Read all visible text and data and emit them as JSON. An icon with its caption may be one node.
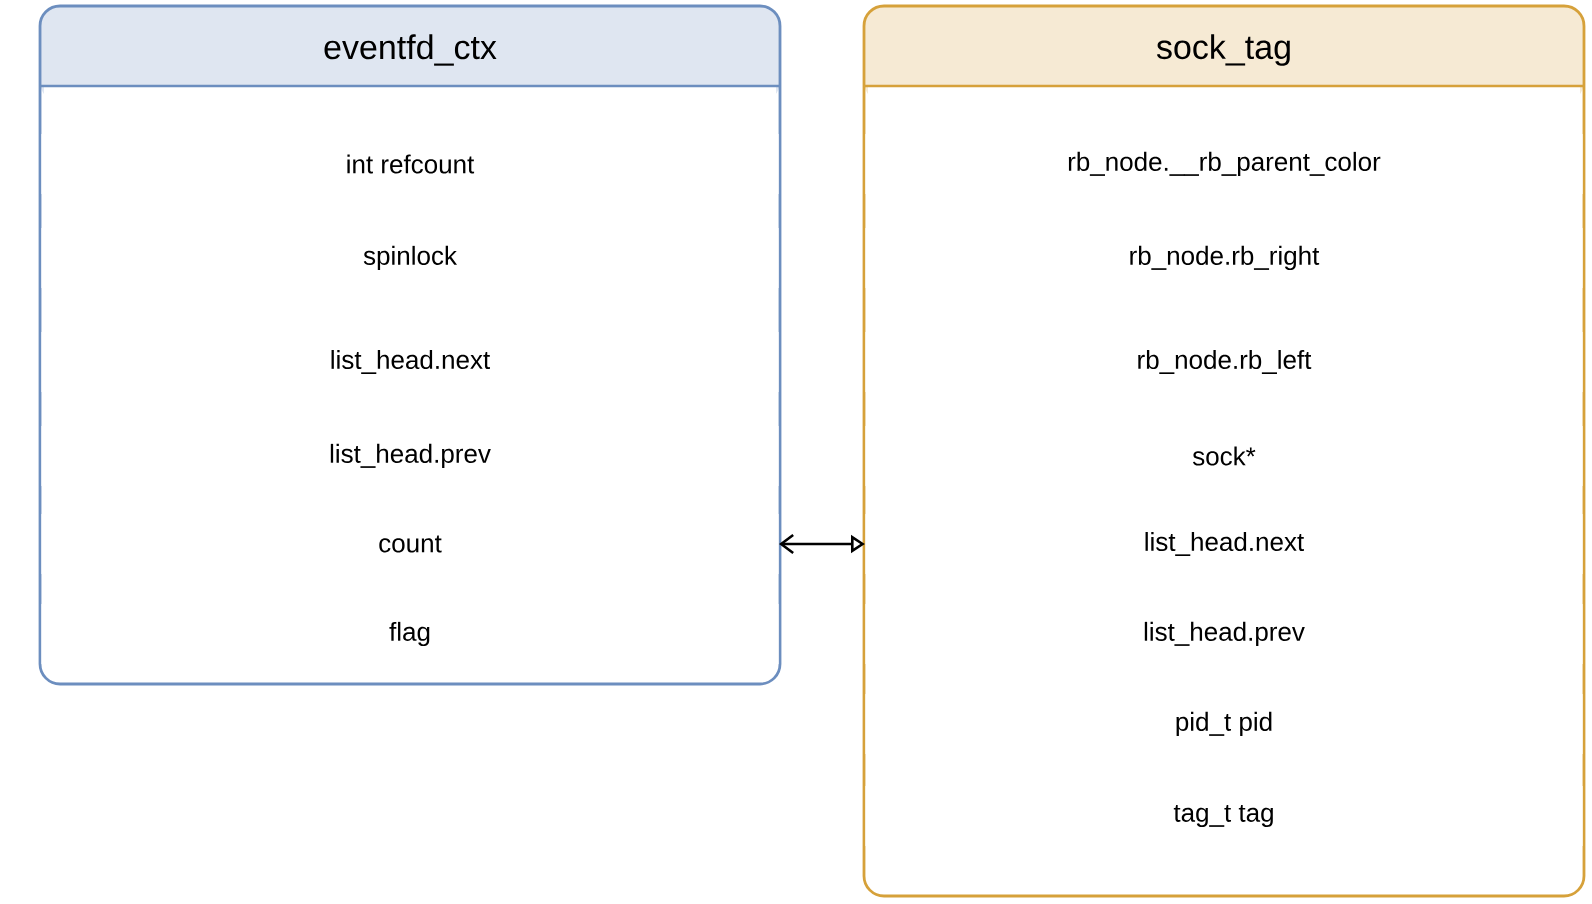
{
  "diagram": {
    "nodes": [
      {
        "text": [
          "eventfd_ctx"
        ]
      },
      {
        "text": [
          "int refcount"
        ],
        "in": 0
      },
      {
        "text": [
          "spinlock"
        ],
        "in": 0
      },
      {
        "text": [
          "list_head.next"
        ],
        "in": 0
      },
      {
        "text": [
          "list_head.prev"
        ],
        "in": 0
      },
      {
        "text": [
          "count"
        ],
        "in": 0
      },
      {
        "text": [
          "flag"
        ],
        "in": 0
      },
      {
        "text": [
          "sock_tag"
        ]
      },
      {
        "text": [
          "rb_node.__rb_parent_color"
        ],
        "in": 7
      },
      {
        "text": [
          "rb_node.rb_right"
        ],
        "in": 7
      },
      {
        "text": [
          "rb_node.rb_left"
        ],
        "in": 7
      },
      {
        "text": [
          "sock*"
        ],
        "in": 7
      },
      {
        "text": [
          "list_head.next"
        ],
        "in": 7
      },
      {
        "text": [
          "list_head.prev"
        ],
        "in": 7
      },
      {
        "text": [
          "pid_t pid"
        ],
        "in": 7
      },
      {
        "text": [
          "tag_t tag"
        ],
        "in": 7
      }
    ],
    "edges": [
      {
        "from": 5,
        "to": 12,
        "arrow": "both"
      }
    ]
  }
}
